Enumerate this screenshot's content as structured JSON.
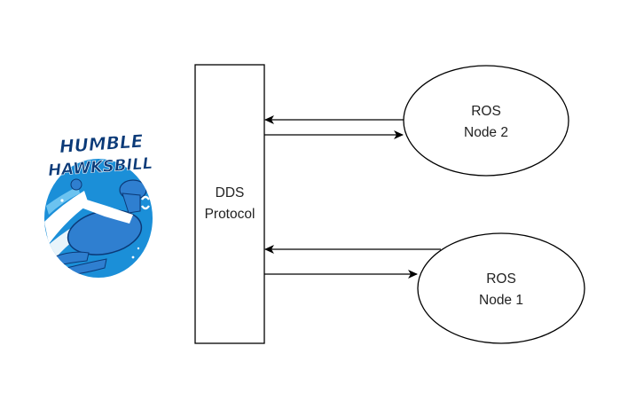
{
  "logo": {
    "title_line1": "HUMBLE",
    "title_line2": "HAWKSBILL",
    "icon": "turtle-mascot-icon",
    "colors": {
      "title": "#0b3a78",
      "circle": "#1b8fd8",
      "circle_light": "#6cc3f0",
      "turtle": "#2f7fd0",
      "white": "#ffffff"
    }
  },
  "diagram": {
    "protocol_box": {
      "line1": "DDS",
      "line2": "Protocol"
    },
    "nodes": [
      {
        "id": "node2",
        "line1": "ROS",
        "line2": "Node 2"
      },
      {
        "id": "node1",
        "line1": "ROS",
        "line2": "Node 1"
      }
    ],
    "connections": [
      {
        "from": "node2",
        "to": "protocol",
        "direction": "to-protocol"
      },
      {
        "from": "protocol",
        "to": "node2",
        "direction": "to-node"
      },
      {
        "from": "node1",
        "to": "protocol",
        "direction": "to-protocol"
      },
      {
        "from": "protocol",
        "to": "node1",
        "direction": "to-node"
      }
    ],
    "stroke_color": "#000000"
  }
}
